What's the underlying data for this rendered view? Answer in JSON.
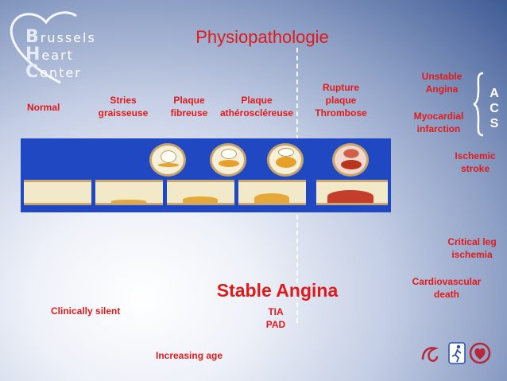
{
  "logo": {
    "lines": [
      {
        "cap": "B",
        "rest": "russels"
      },
      {
        "cap": "H",
        "rest": "eart"
      },
      {
        "cap": "C",
        "rest": "enter"
      }
    ]
  },
  "title": "Physiopathologie",
  "stages": {
    "normal": "Normal",
    "stries_1": "Stries",
    "stries_2": "graisseuse",
    "fibreuse_1": "Plaque",
    "fibreuse_2": "fibreuse",
    "athero_1": "Plaque",
    "athero_2": "athéroscléreuse",
    "rupture_1": "Rupture",
    "rupture_2": "plaque",
    "rupture_3": "Thrombose"
  },
  "outcomes": {
    "unstable_1": "Unstable",
    "unstable_2": "Angina",
    "mi_1": "Myocardial",
    "mi_2": "infarction",
    "acs_a": "A",
    "acs_c": "C",
    "acs_s": "S",
    "stroke_1": "Ischemic",
    "stroke_2": "stroke",
    "leg_1": "Critical leg",
    "leg_2": "ischemia",
    "death_1": "Cardiovascular",
    "death_2": "death"
  },
  "stable_angina": "Stable Angina",
  "tia": "TIA",
  "pad": "PAD",
  "clinically_silent": "Clinically silent",
  "increasing_age": "Increasing age",
  "colors": {
    "accent_red": "#e01a1a",
    "panel_blue": "#1f48c2"
  },
  "sponsor_icons": [
    "sarc-logo-icon",
    "runner-logo-icon",
    "heart-logo-icon"
  ]
}
